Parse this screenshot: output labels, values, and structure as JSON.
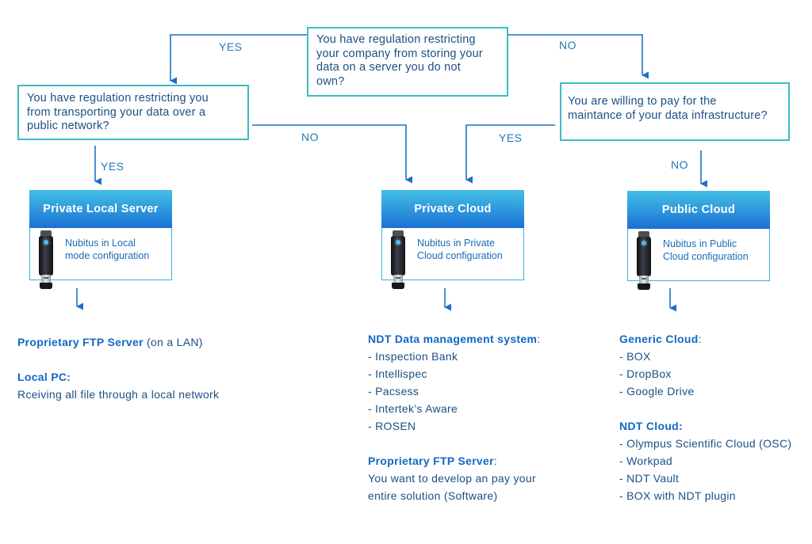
{
  "questions": {
    "q1": [
      "You have regulation restricting",
      "your company from storing your",
      "data on a server you do not",
      "own?"
    ],
    "q2": [
      "You have regulation restricting you",
      "from transporting your data over a",
      "public network?"
    ],
    "q3": [
      "You are willing to pay for the",
      "maintance of your data infrastructure?"
    ]
  },
  "edges": {
    "q1_yes": "YES",
    "q1_no": "NO",
    "q2_yes": "YES",
    "q2_no": "NO",
    "q3_yes": "YES",
    "q3_no": "NO"
  },
  "cards": {
    "local": {
      "title": "Private Local Server",
      "desc": [
        "Nubitus in Local",
        "mode configuration"
      ]
    },
    "private": {
      "title": "Private Cloud",
      "desc": [
        "Nubitus in Private",
        "Cloud configuration"
      ]
    },
    "public": {
      "title": "Public Cloud",
      "desc": [
        "Nubitus in Public",
        "Cloud configuration"
      ]
    }
  },
  "outcomes": {
    "local": {
      "ftp_bold": "Proprietary FTP Server",
      "ftp_rest": " (on a LAN)",
      "pc_heading": "Local PC:",
      "pc_text": "Rceiving all file through a local network"
    },
    "private": {
      "ndt_heading": "NDT Data management system",
      "ndt_colon": ":",
      "ndt_items": [
        "- Inspection Bank",
        "- Intellispec",
        "- Pacsess",
        "- Intertek’s Aware",
        "- ROSEN"
      ],
      "ftp_heading": "Proprietary FTP Server",
      "ftp_colon": ":",
      "ftp_lines": [
        "You want to develop an pay your",
        "entire solution (Software)"
      ]
    },
    "public": {
      "generic_heading": "Generic Cloud",
      "generic_colon": ":",
      "generic_items": [
        "- BOX",
        "- DropBox",
        "- Google Drive"
      ],
      "ndt_heading": "NDT Cloud:",
      "ndt_items": [
        "- Olympus Scientific Cloud (OSC)",
        "- Workpad",
        "- NDT Vault",
        "- BOX with NDT plugin"
      ]
    }
  },
  "colors": {
    "box_border": "#3bbcc4",
    "arrow": "#1f6fc4",
    "card_gradient_top": "#44bfe6",
    "card_gradient_bottom": "#1a71d4",
    "heading_blue": "#1268c4",
    "text_navy": "#1b4f86"
  }
}
